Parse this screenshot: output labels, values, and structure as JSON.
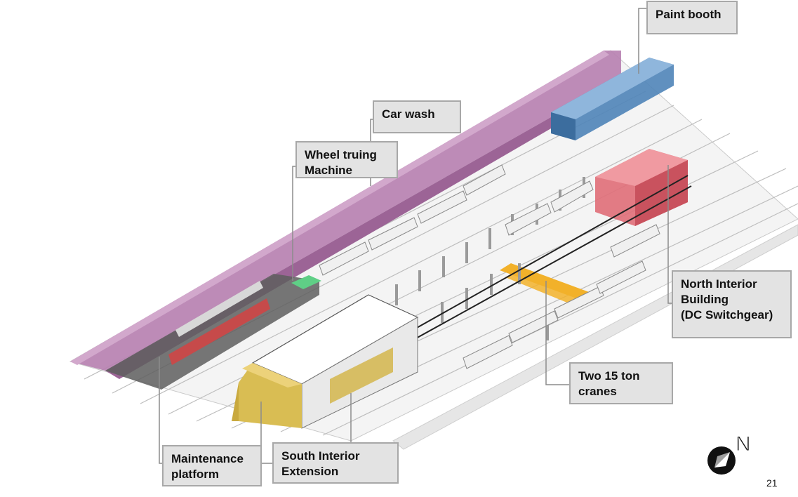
{
  "callouts": {
    "paint_booth": "Paint booth",
    "car_wash": "Car wash",
    "wheel_truing": "Wheel truing\nMachine",
    "north_interior": "North Interior\nBuilding\n(DC Switchgear)",
    "cranes": "Two 15 ton\ncranes",
    "maintenance_platform": "Maintenance\nplatform",
    "south_interior": "South Interior\nExtension"
  },
  "compass": {
    "label": "N",
    "icon": "north-arrow-icon"
  },
  "page_number": "21",
  "colors": {
    "long_building": "#b77fb0",
    "paint_booth": "#4f84b8",
    "north_building": "#e0707a",
    "south_building": "#d9bd53",
    "cranes": "#f2b12a",
    "wheel_truing_pad": "#5fcf86",
    "platform_floor": "#5e5e5e",
    "callout_fill": "#e3e3e3",
    "callout_border": "#a8a8a8"
  }
}
